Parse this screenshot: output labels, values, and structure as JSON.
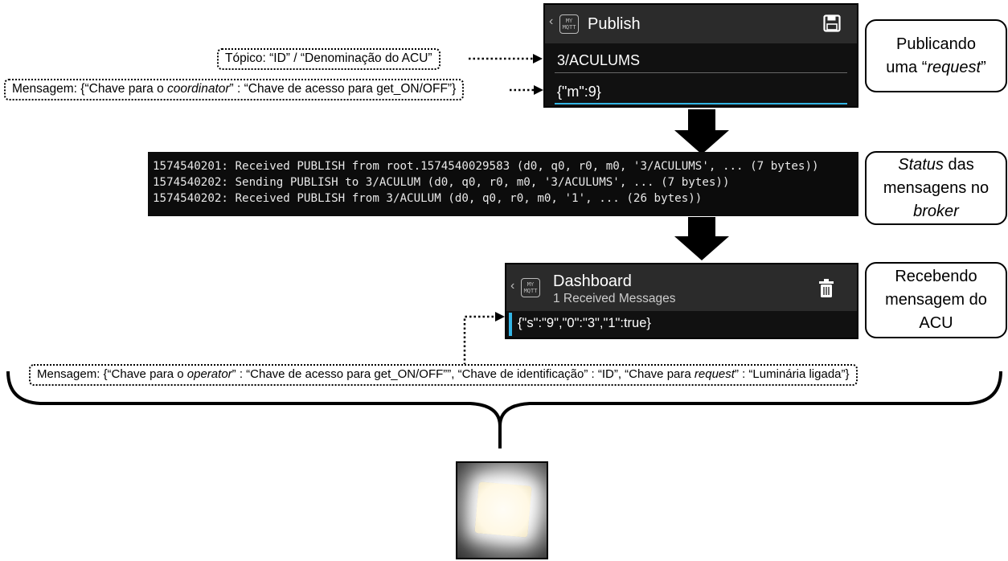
{
  "publish_panel": {
    "app_title": "Publish",
    "app_logo_text": "MY MQTT",
    "topic_value": "3/ACULUMS",
    "message_value": "{\"m\":9}"
  },
  "topic_note": "Tópico: “ID” / “Denominação do ACU”",
  "message_note": {
    "prefix": "Mensagem: {“Chave para o ",
    "italic": "coordinator",
    "suffix": "” : “Chave de acesso para get_ON/OFF”}"
  },
  "label_publish": {
    "line1": "Publicando",
    "line2_prefix": "uma “",
    "line2_italic": "request",
    "line2_suffix": "”"
  },
  "terminal_lines": [
    "1574540201: Received PUBLISH from root.1574540029583 (d0, q0, r0, m0, '3/ACULUMS', ... (7 bytes))",
    "1574540202: Sending PUBLISH to 3/ACULUM (d0, q0, r0, m0, '3/ACULUMS', ... (7 bytes))",
    "1574540202: Received PUBLISH from 3/ACULUM (d0, q0, r0, m0, '1', ... (26 bytes))"
  ],
  "label_status": {
    "italic1": "Status",
    "line1_suffix": " das",
    "line2": "mensagens no",
    "italic3": "broker"
  },
  "dashboard_panel": {
    "app_title": "Dashboard",
    "subtitle": "1 Received Messages",
    "app_logo_text": "MY MQTT",
    "message": "{\"s\":\"9\",\"0\":\"3\",\"1\":true}"
  },
  "label_receive": {
    "line1": "Recebendo",
    "line2": "mensagem do",
    "line3": "ACU"
  },
  "bottom_note": {
    "p1": "Mensagem: {“Chave para o ",
    "i1": "operator",
    "p2": "” : “Chave de acesso para get_ON/OFF””, “Chave de identificação” : “ID”, “Chave para ",
    "i2": "request",
    "p3": "” : “Luminária ligada”}"
  },
  "colors": {
    "accent": "#33b5e5",
    "panel_bg": "#111111",
    "appbar_bg": "#2b2b2b"
  },
  "icons": [
    "chevron-left-icon",
    "mqtt-logo-icon",
    "save-icon",
    "trash-icon"
  ]
}
